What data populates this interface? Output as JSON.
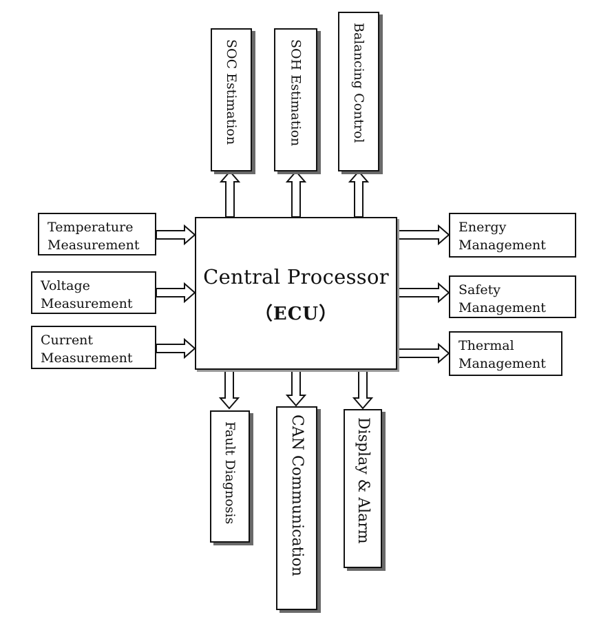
{
  "processor": {
    "line1": "Central Processor",
    "line2": "（ECU）"
  },
  "inputs": [
    {
      "line1": "Temperature",
      "line2": "Measurement"
    },
    {
      "line1": "Voltage",
      "line2": "Measurement"
    },
    {
      "line1": "Current",
      "line2": "Measurement"
    }
  ],
  "outputs_right": [
    {
      "line1": "Energy",
      "line2": "Management"
    },
    {
      "line1": "Safety",
      "line2": "Management"
    },
    {
      "line1": "Thermal",
      "line2": "Management"
    }
  ],
  "outputs_top": [
    "SOC Estimation",
    "SOH Estimation",
    "Balancing Control"
  ],
  "outputs_bottom": [
    "Fault Diagnosis",
    "CAN Communication",
    "Display & Alarm"
  ]
}
